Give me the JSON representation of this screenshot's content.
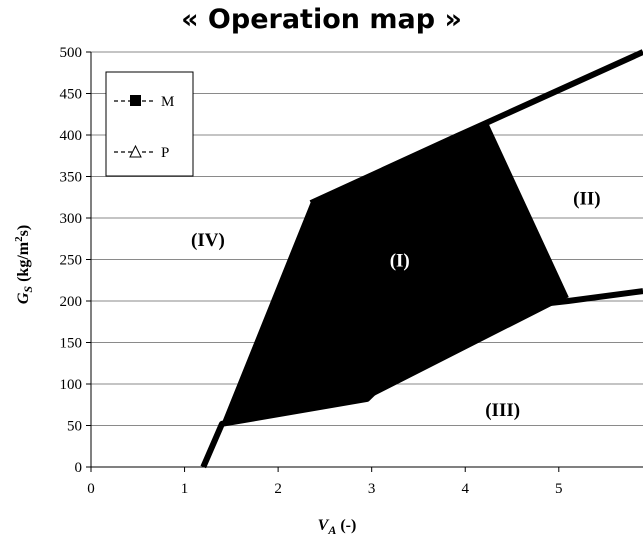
{
  "chart_data": {
    "type": "area",
    "title": "« Operation map »",
    "xlabel": "V_A (-)",
    "ylabel": "G_S (kg/m²s)",
    "xlim": [
      0,
      5.9
    ],
    "ylim": [
      0,
      500
    ],
    "xticks": [
      "0",
      "1",
      "2",
      "3",
      "4",
      "5"
    ],
    "yticks": [
      "0",
      "50",
      "100",
      "150",
      "200",
      "250",
      "300",
      "350",
      "400",
      "450",
      "500"
    ],
    "grid": "horizontal",
    "legend_position": "top-left",
    "legend": [
      {
        "label": "M",
        "marker": "filled-square"
      },
      {
        "label": "P",
        "marker": "open-triangle"
      }
    ],
    "series": [
      {
        "name": "M",
        "x": [
          1.2,
          1.4,
          2.35,
          3.9,
          4.25,
          5.1,
          2.95,
          1.4
        ],
        "y": [
          0,
          52,
          318,
          398,
          412,
          205,
          82,
          52
        ]
      },
      {
        "name": "P",
        "x": [
          1.2,
          1.4,
          2.95,
          3.9,
          5.1,
          5.9
        ],
        "y": [
          0,
          52,
          82,
          185,
          200,
          212
        ]
      }
    ],
    "upper_boundary": {
      "x": [
        2.35,
        3.9,
        5.9
      ],
      "y": [
        318,
        398,
        500
      ]
    },
    "regions": [
      {
        "label": "(I)",
        "x": 3.3,
        "y": 250,
        "color": "#ffffff"
      },
      {
        "label": "(II)",
        "x": 5.3,
        "y": 325,
        "color": "#000000"
      },
      {
        "label": "(III)",
        "x": 4.4,
        "y": 70,
        "color": "#000000"
      },
      {
        "label": "(IV)",
        "x": 1.25,
        "y": 275,
        "color": "#000000"
      }
    ]
  }
}
